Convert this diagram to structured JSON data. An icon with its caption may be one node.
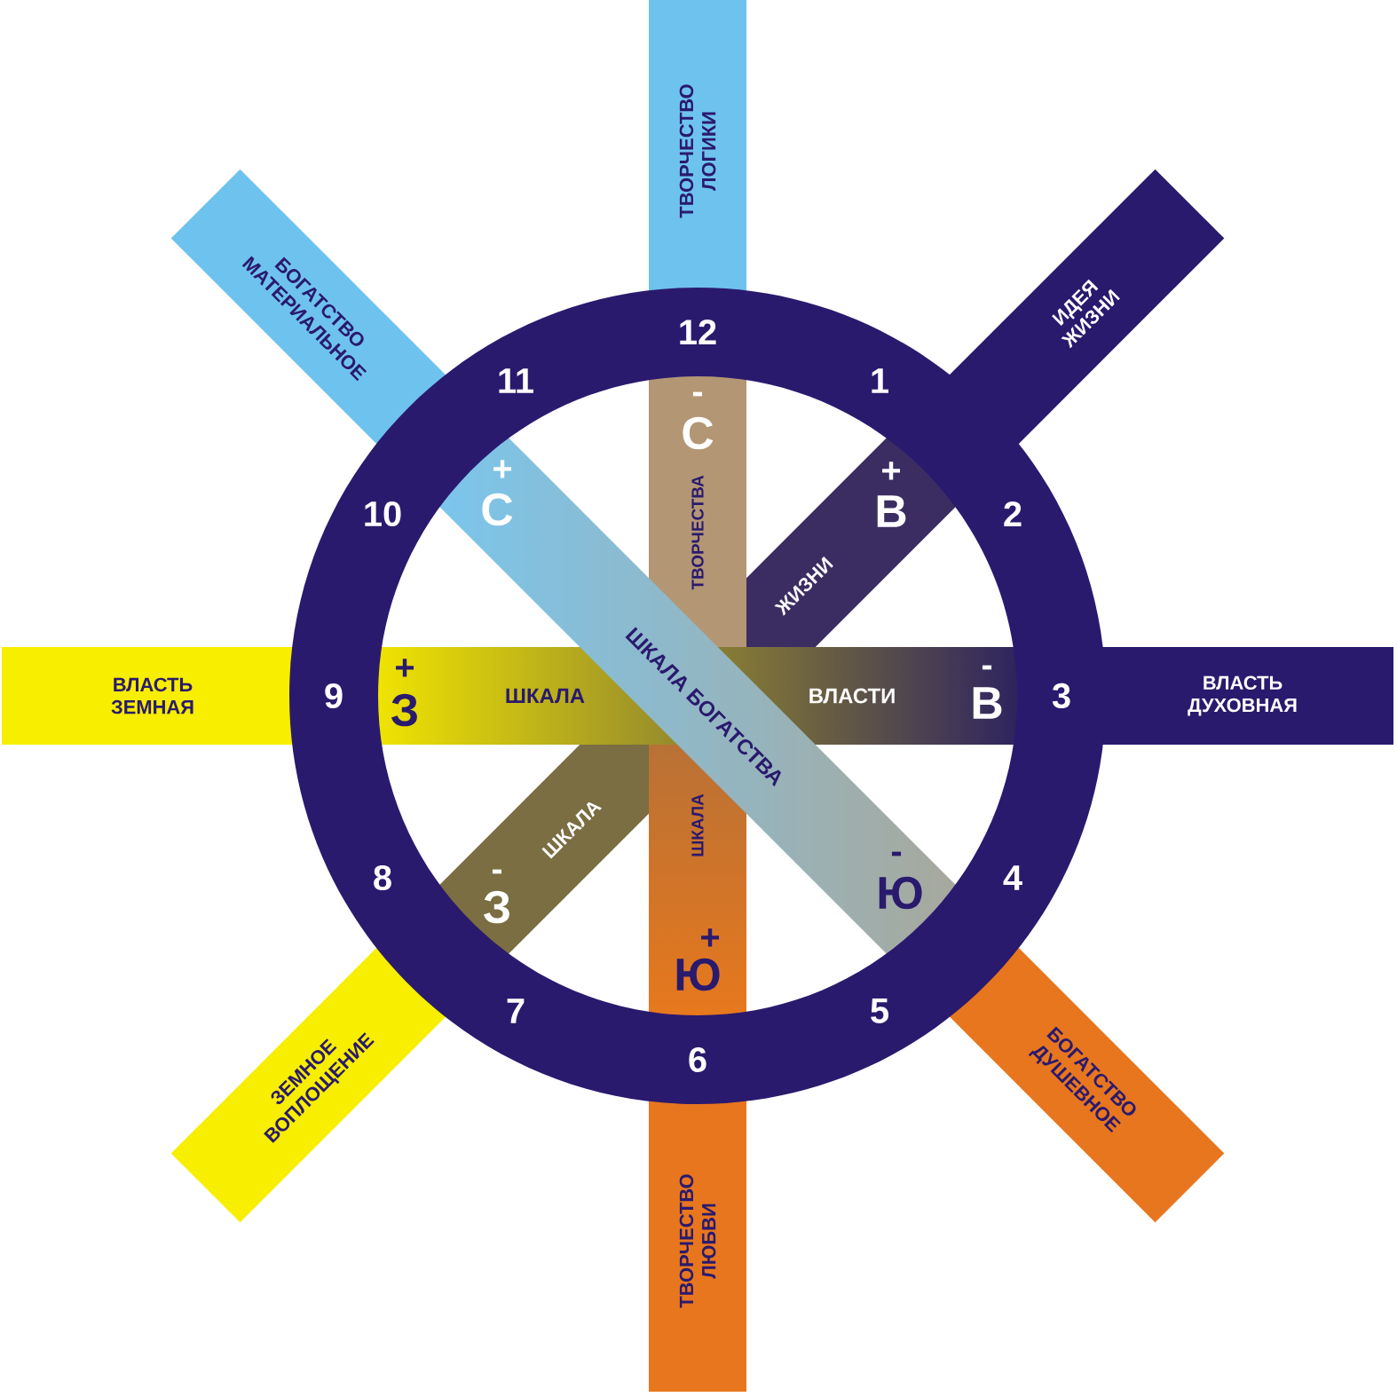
{
  "diagram": {
    "nodes": [
      {
        "text": [
          "1",
          "2",
          "3",
          "4",
          "5",
          "6",
          "7",
          "8",
          "9",
          "10",
          "11",
          "12"
        ]
      },
      {
        "text": [
          "ТВОРЧЕСТВО ЛОГИКИ"
        ]
      },
      {
        "text": [
          "ИДЕЯ ЖИЗНИ"
        ]
      },
      {
        "text": [
          "ВЛАСТЬ ДУХОВНАЯ"
        ]
      },
      {
        "text": [
          "БОГАТСТВО ДУШЕВНОЕ"
        ]
      },
      {
        "text": [
          "ТВОРЧЕСТВО ЛЮБВИ"
        ]
      },
      {
        "text": [
          "ЗЕМНОЕ ВОПЛОЩЕНИЕ"
        ]
      },
      {
        "text": [
          "ВЛАСТЬ ЗЕМНАЯ"
        ]
      },
      {
        "text": [
          "БОГАТСТВО МАТЕРИАЛЬНОЕ"
        ]
      },
      {
        "text": [
          "-",
          "С",
          "ТВОРЧЕСТВА"
        ],
        "in": 0
      },
      {
        "text": [
          "+",
          "В",
          "ЖИЗНИ"
        ],
        "in": 0
      },
      {
        "text": [
          "+",
          "З",
          "ШКАЛА",
          "ВЛАСТИ",
          "-",
          "В"
        ],
        "in": 0
      },
      {
        "text": [
          "+",
          "С",
          "ШКАЛА БОГАТСТВА",
          "-",
          "Ю"
        ],
        "in": 0
      },
      {
        "text": [
          "ШКАЛА",
          "+",
          "Ю"
        ],
        "in": 0
      },
      {
        "text": [
          "ШКАЛА",
          "-",
          "З"
        ],
        "in": 0
      }
    ]
  }
}
